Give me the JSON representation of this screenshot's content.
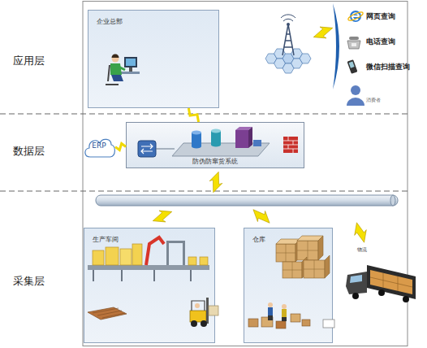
{
  "diagram": {
    "nodes": [
      {
        "text": [
          "应用层"
        ]
      },
      {
        "text": [
          "企业总部"
        ],
        "in": 0
      },
      {
        "text": [
          "数据层"
        ]
      },
      {
        "text": [
          "ERP"
        ],
        "in": 2
      },
      {
        "text": [
          "防伪防窜货系统"
        ],
        "in": 2
      },
      {
        "text": [
          "采集层"
        ]
      },
      {
        "text": [
          "生产车间"
        ],
        "in": 5
      },
      {
        "text": [
          "仓库"
        ],
        "in": 5
      }
    ],
    "edges": [
      {
        "from": 3,
        "to": 4,
        "arrow": "none"
      },
      {
        "from": 1,
        "to": 4,
        "arrow": "none"
      }
    ],
    "labels": [
      "网页查询",
      "电话查询",
      "微信扫描查询",
      "消费者",
      "物流"
    ]
  }
}
